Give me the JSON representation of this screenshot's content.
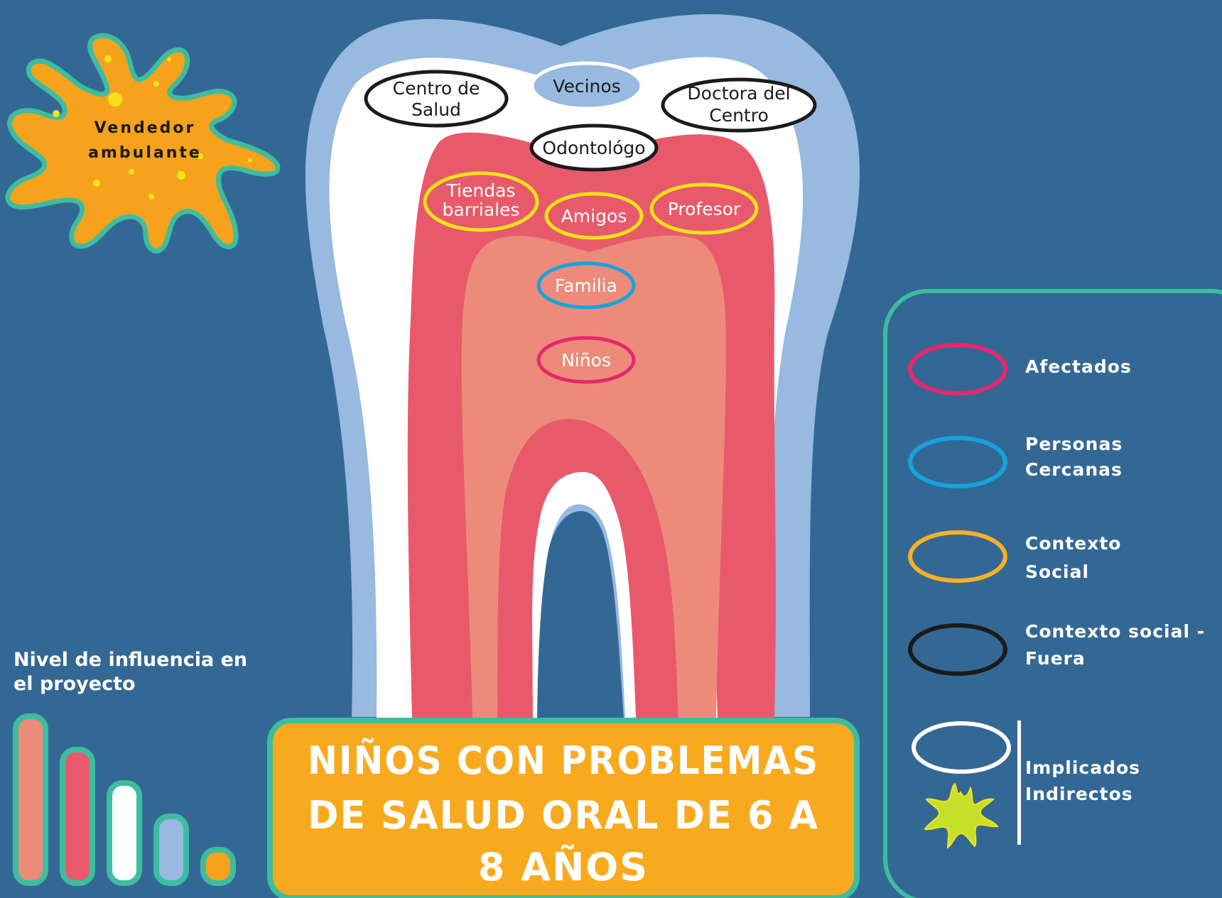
{
  "colors": {
    "background": "#336895",
    "enamel_outer": "#98b9e0",
    "enamel_inner": "#ffffff",
    "dentin": "#e85a6b",
    "pulp": "#ec8b7a",
    "afectados": "#e8266f",
    "personas_cercanas": "#16a3dd",
    "contexto_social": "#f6b02a",
    "contexto_fuera": "#1b1b1b",
    "implicados": "#ffffff",
    "splat": "#f6a21c",
    "splat_border": "#3dbda0",
    "title_box": "#f8aa1e"
  },
  "splat": {
    "line1": "Vendedor",
    "line2": "ambulante"
  },
  "diagram": {
    "nodes": [
      {
        "id": "centro-de-salud",
        "lines": [
          "Centro de",
          "Salud"
        ],
        "group": "contexto_fuera"
      },
      {
        "id": "vecinos",
        "lines": [
          "Vecinos"
        ],
        "group": "implicados"
      },
      {
        "id": "doctora-del-centro",
        "lines": [
          "Doctora del",
          "Centro"
        ],
        "group": "contexto_fuera"
      },
      {
        "id": "odontologo",
        "lines": [
          "Odontológo"
        ],
        "group": "contexto_fuera"
      },
      {
        "id": "tiendas-barriales",
        "lines": [
          "Tiendas",
          "barriales"
        ],
        "group": "contexto_social"
      },
      {
        "id": "amigos",
        "lines": [
          "Amigos"
        ],
        "group": "contexto_social"
      },
      {
        "id": "profesor",
        "lines": [
          "Profesor"
        ],
        "group": "contexto_social"
      },
      {
        "id": "familia",
        "lines": [
          "Familia"
        ],
        "group": "personas_cercanas"
      },
      {
        "id": "ninos",
        "lines": [
          "Niños"
        ],
        "group": "afectados"
      }
    ]
  },
  "legend": {
    "items": [
      {
        "id": "afectados",
        "lines": [
          "Afectados"
        ]
      },
      {
        "id": "personas-cercanas",
        "lines": [
          "Personas",
          "Cercanas"
        ]
      },
      {
        "id": "contexto-social",
        "lines": [
          "Contexto",
          "Social"
        ]
      },
      {
        "id": "contexto-social-fuera",
        "lines": [
          "Contexto social -",
          "Fuera"
        ]
      },
      {
        "id": "implicados-indirectos",
        "lines": [
          "Implicados",
          "Indirectos"
        ]
      }
    ]
  },
  "influence": {
    "title_line1": "Nivel de influencia en",
    "title_line2": "el proyecto",
    "levels": [
      {
        "layer": "pulp",
        "color": "#ec8b7a",
        "level": 5
      },
      {
        "layer": "dentin",
        "color": "#e85a6b",
        "level": 4
      },
      {
        "layer": "enamel",
        "color": "#ffffff",
        "level": 3
      },
      {
        "layer": "outer",
        "color": "#98b9e0",
        "level": 2
      },
      {
        "layer": "outside",
        "color": "#f6a21c",
        "level": 1
      }
    ]
  },
  "title": {
    "line1": "NIÑOS CON PROBLEMAS",
    "line2": "DE SALUD ORAL DE 6 A",
    "line3": "8 AÑOS"
  }
}
